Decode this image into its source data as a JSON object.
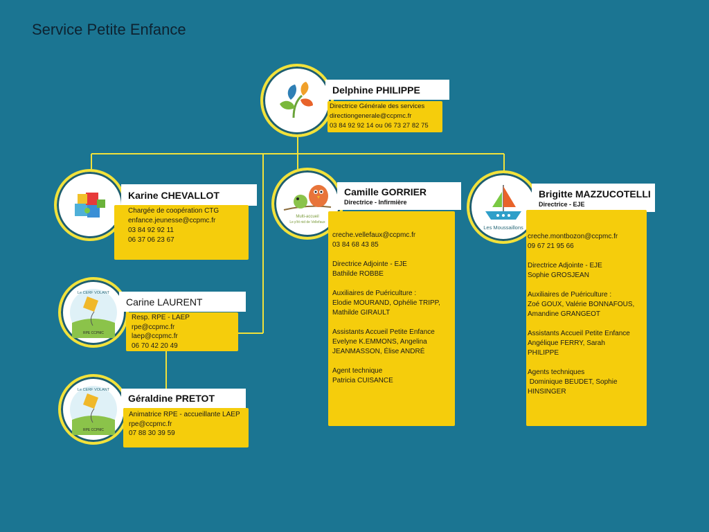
{
  "title": "Service Petite Enfance",
  "colors": {
    "background": "#1b7592",
    "card": "#f5cd0c",
    "ring": "#f2e23a",
    "lines": "#f2e23a"
  },
  "director": {
    "name": "Delphine PHILIPPE",
    "icon": "leaves-logo-icon",
    "lines": [
      "Directrice Générale des services",
      "directiongenerale@ccpmc.fr",
      "03 84 92 92 14 ou 06 73 27 82 75"
    ]
  },
  "karine": {
    "name": "Karine CHEVALLOT",
    "icon": "puzzle-icon",
    "lines": [
      "Chargée de coopération CTG",
      "enfance.jeunesse@ccpmc.fr",
      "03 84 92 92 11",
      "06 37 06 23 67"
    ]
  },
  "carine": {
    "name": "Carine LAURENT",
    "icon": "kite-logo-icon",
    "logo_text": [
      "Le CERF VOLANT",
      "RPE CCPMC"
    ],
    "lines": [
      "Resp. RPE - LAEP",
      "rpe@ccpmc.fr",
      "laep@ccpmc.fr",
      "06 70 42 20 49"
    ]
  },
  "geraldine": {
    "name": "Géraldine PRETOT",
    "icon": "kite-logo-icon",
    "logo_text": [
      "Le CERF VOLANT",
      "RPE CCPMC"
    ],
    "lines": [
      "Animatrice RPE - accueillante LAEP",
      "rpe@ccpmc.fr",
      "07 88 30 39 59"
    ]
  },
  "camille": {
    "name": "Camille GORRIER",
    "role": "Directrice - Infirmière",
    "icon": "birds-logo-icon",
    "logo_text": [
      "Multi-accueil",
      "Le p'tit nid de Vellefaux"
    ],
    "lines": [
      "creche.vellefaux@ccpmc.fr",
      "03 84 68 43 85",
      "",
      "Directrice Adjointe - EJE",
      "Bathilde ROBBE",
      "",
      "Auxiliaires de Puériculture :",
      "Elodie MOURAND, Ophélie TRIPP,",
      "Mathilde GIRAULT",
      "",
      "Assistants Accueil Petite Enfance",
      "Evelyne K.EMMONS, Angelina",
      "JEANMASSON, Élise ANDRÉ",
      "",
      "Agent technique",
      "Patricia CUISANCE"
    ]
  },
  "brigitte": {
    "name": "Brigitte MAZZUCOTELLI",
    "role": "Directrice - EJE",
    "icon": "boat-logo-icon",
    "logo_text": [
      "Les Moussaillons"
    ],
    "lines": [
      "creche.montbozon@ccpmc.fr",
      "09 67 21 95 66",
      "",
      "Directrice Adjointe - EJE",
      "Sophie GROSJEAN",
      "",
      "Auxiliaires de Puériculture :",
      "Zoé GOUX, Valérie BONNAFOUS,",
      "Amandine GRANGEOT",
      "",
      "Assistants Accueil Petite Enfance",
      "Angélique FERRY, Sarah",
      "PHILIPPE",
      "",
      "Agents techniques",
      " Dominique BEUDET, Sophie",
      "HINSINGER"
    ]
  }
}
